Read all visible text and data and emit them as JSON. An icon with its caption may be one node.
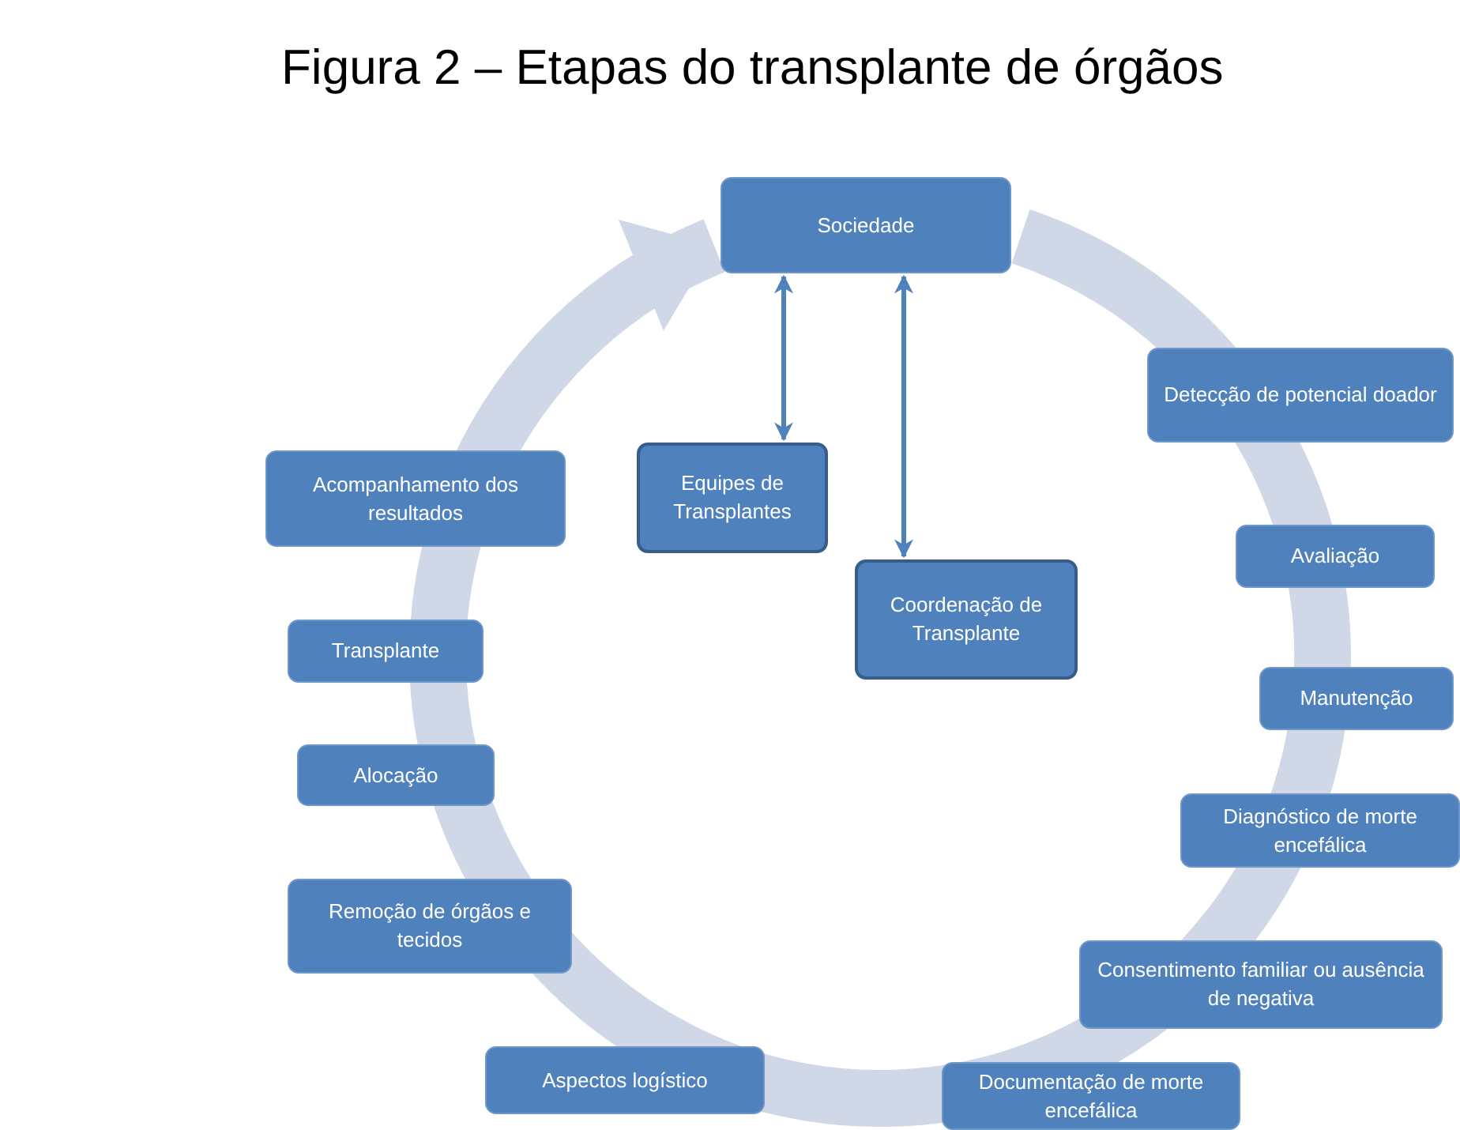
{
  "diagram": {
    "title": "Figura 2 – Etapas do transplante de órgãos",
    "nodes": [
      {
        "text": [
          "Sociedade"
        ]
      },
      {
        "text": [
          "Equipes de Transplantes"
        ]
      },
      {
        "text": [
          "Coordenação de Transplante"
        ]
      },
      {
        "text": [
          "Detecção de potencial doador"
        ]
      },
      {
        "text": [
          "Avaliação"
        ]
      },
      {
        "text": [
          "Manutenção"
        ]
      },
      {
        "text": [
          "Diagnóstico de morte encefálica"
        ]
      },
      {
        "text": [
          "Consentimento familiar ou ausência de negativa"
        ]
      },
      {
        "text": [
          "Documentação de morte encefálica"
        ]
      },
      {
        "text": [
          "Aspectos logístico"
        ]
      },
      {
        "text": [
          "Remoção de órgãos e tecidos"
        ]
      },
      {
        "text": [
          "Alocação"
        ]
      },
      {
        "text": [
          "Transplante"
        ]
      },
      {
        "text": [
          "Acompanhamento dos resultados"
        ]
      }
    ],
    "edges": [
      {
        "from": 0,
        "to": 1,
        "arrow": "both"
      },
      {
        "from": 0,
        "to": 2,
        "arrow": "both"
      }
    ]
  }
}
